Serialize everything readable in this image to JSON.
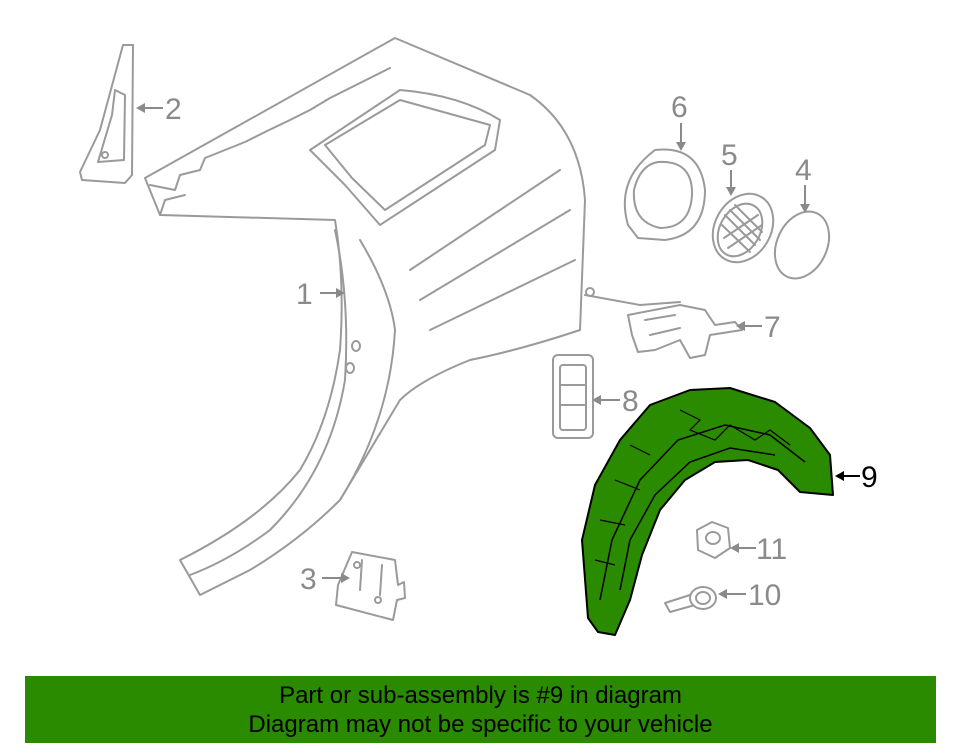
{
  "colors": {
    "highlight_part": "#2a8a00",
    "ghost_part": "#9a9a9a",
    "banner_bg": "#2a8a00",
    "banner_text": "#000000"
  },
  "callouts": [
    {
      "id": "1",
      "label": "1",
      "highlighted": false
    },
    {
      "id": "2",
      "label": "2",
      "highlighted": false
    },
    {
      "id": "3",
      "label": "3",
      "highlighted": false
    },
    {
      "id": "4",
      "label": "4",
      "highlighted": false
    },
    {
      "id": "5",
      "label": "5",
      "highlighted": false
    },
    {
      "id": "6",
      "label": "6",
      "highlighted": false
    },
    {
      "id": "7",
      "label": "7",
      "highlighted": false
    },
    {
      "id": "8",
      "label": "8",
      "highlighted": false
    },
    {
      "id": "9",
      "label": "9",
      "highlighted": true
    },
    {
      "id": "10",
      "label": "10",
      "highlighted": false
    },
    {
      "id": "11",
      "label": "11",
      "highlighted": false
    }
  ],
  "banner": {
    "line1": "Part or sub-assembly is #9 in diagram",
    "line2": "Diagram may not be specific to your vehicle"
  }
}
